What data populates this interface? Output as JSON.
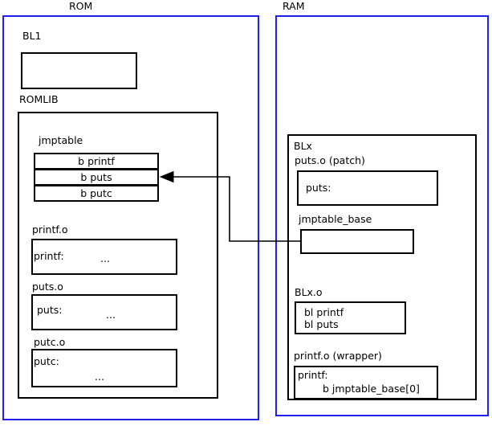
{
  "diagram": {
    "regions": [
      {
        "name": "ROM",
        "label": "ROM",
        "color": "#2020ee"
      },
      {
        "name": "RAM",
        "label": "RAM",
        "color": "#2020ee"
      }
    ]
  },
  "rom": {
    "title": "ROM",
    "bl1_label": "BL1",
    "romlib_label": "ROMLIB",
    "jmptable": {
      "label": "jmptable",
      "rows": [
        {
          "text": "b printf"
        },
        {
          "text": "b puts"
        },
        {
          "text": "b putc"
        }
      ]
    },
    "objects": [
      {
        "label": "printf.o",
        "symbol": "printf:",
        "body": "..."
      },
      {
        "label": "puts.o",
        "symbol": "puts:",
        "body": "..."
      },
      {
        "label": "putc.o",
        "symbol": "putc:",
        "body": "..."
      }
    ]
  },
  "ram": {
    "title": "RAM",
    "blx_label": "BLx",
    "puts_patch": {
      "label": "puts.o (patch)",
      "symbol": "puts:"
    },
    "jmptable_base": {
      "label": "jmptable_base",
      "content": ""
    },
    "blx_o": {
      "label": "BLx.o",
      "line1": "bl printf",
      "line2": "bl puts"
    },
    "printf_wrapper": {
      "label": "printf.o (wrapper)",
      "line1": "printf:",
      "line2": "b jmptable_base[0]"
    }
  },
  "connector": {
    "name": "jmptable-base-to-b-puts-arrow",
    "from": "jmptable_base",
    "to": "jmptable row b puts",
    "color": "#000000"
  }
}
